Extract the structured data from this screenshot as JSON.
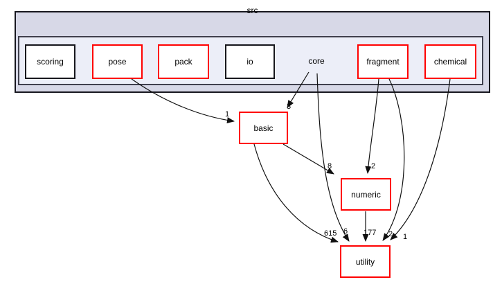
{
  "graph": {
    "outer_cluster_label": "src",
    "nodes": {
      "scoring": {
        "label": "scoring",
        "border": "black"
      },
      "pose": {
        "label": "pose",
        "border": "red"
      },
      "pack": {
        "label": "pack",
        "border": "red"
      },
      "io": {
        "label": "io",
        "border": "black"
      },
      "core": {
        "label": "core",
        "border": "none"
      },
      "fragment": {
        "label": "fragment",
        "border": "red"
      },
      "chemical": {
        "label": "chemical",
        "border": "red"
      },
      "basic": {
        "label": "basic",
        "border": "red"
      },
      "numeric": {
        "label": "numeric",
        "border": "red"
      },
      "utility": {
        "label": "utility",
        "border": "red"
      }
    },
    "edges": [
      {
        "from": "pose",
        "to": "basic",
        "count": "1"
      },
      {
        "from": "core",
        "to": "basic",
        "count": "3"
      },
      {
        "from": "basic",
        "to": "numeric",
        "count": "8"
      },
      {
        "from": "fragment",
        "to": "numeric",
        "count": "2"
      },
      {
        "from": "basic",
        "to": "utility",
        "count": "615"
      },
      {
        "from": "core",
        "to": "utility",
        "count": "6"
      },
      {
        "from": "numeric",
        "to": "utility",
        "count": "177"
      },
      {
        "from": "fragment",
        "to": "utility",
        "count": "2"
      },
      {
        "from": "chemical",
        "to": "utility",
        "count": "1"
      }
    ],
    "colors": {
      "outer_cluster_fill": "#d7d8e7",
      "outer_cluster_border": "#17171f",
      "inner_cluster_fill": "#eceef8",
      "inner_cluster_border": "#3f3f4d",
      "node_fill": "#ffffff",
      "red_node_border": "#ff0000",
      "black_node_border": "#16161c",
      "edge_color": "#101010"
    }
  }
}
